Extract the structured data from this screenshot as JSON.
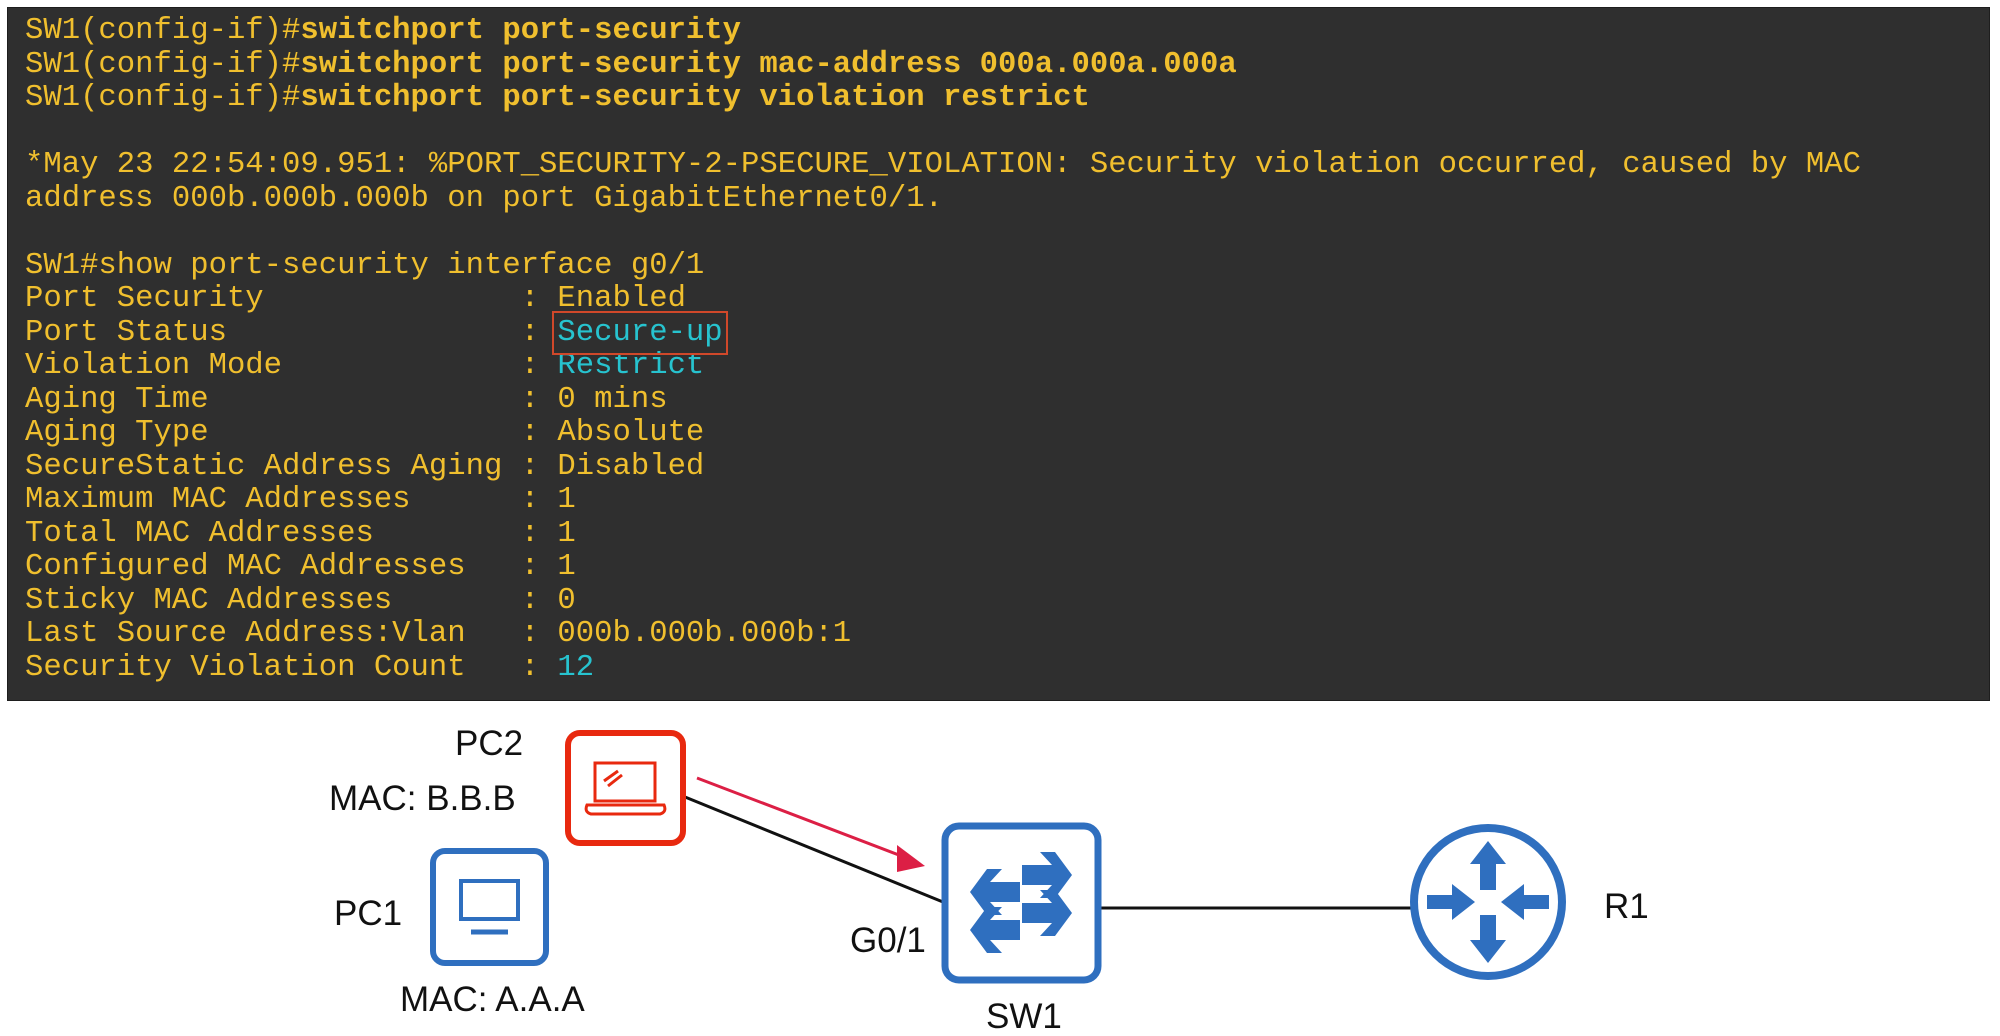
{
  "terminal": {
    "config_lines": [
      {
        "prompt": "SW1(config-if)#",
        "command": "switchport port-security"
      },
      {
        "prompt": "SW1(config-if)#",
        "command": "switchport port-security mac-address 000a.000a.000a"
      },
      {
        "prompt": "SW1(config-if)#",
        "command": "switchport port-security violation restrict"
      }
    ],
    "log_lines": [
      "*May 23 22:54:09.951: %PORT_SECURITY-2-PSECURE_VIOLATION: Security violation occurred, caused by MAC",
      "address 000b.000b.000b on port GigabitEthernet0/1."
    ],
    "show_command": "SW1#show port-security interface g0/1",
    "fields": [
      {
        "label": "Port Security             ",
        "value": "Enabled",
        "highlight_color": false,
        "boxed": false
      },
      {
        "label": "Port Status               ",
        "value": "Secure-up",
        "highlight_color": true,
        "boxed": true
      },
      {
        "label": "Violation Mode            ",
        "value": "Restrict",
        "highlight_color": true,
        "boxed": false
      },
      {
        "label": "Aging Time                ",
        "value": "0 mins",
        "highlight_color": false,
        "boxed": false
      },
      {
        "label": "Aging Type                ",
        "value": "Absolute",
        "highlight_color": false,
        "boxed": false
      },
      {
        "label": "SecureStatic Address Aging",
        "value": "Disabled",
        "highlight_color": false,
        "boxed": false
      },
      {
        "label": "Maximum MAC Addresses     ",
        "value": "1",
        "highlight_color": false,
        "boxed": false
      },
      {
        "label": "Total MAC Addresses       ",
        "value": "1",
        "highlight_color": false,
        "boxed": false
      },
      {
        "label": "Configured MAC Addresses  ",
        "value": "1",
        "highlight_color": false,
        "boxed": false
      },
      {
        "label": "Sticky MAC Addresses      ",
        "value": "0",
        "highlight_color": false,
        "boxed": false
      },
      {
        "label": "Last Source Address:Vlan  ",
        "value": "000b.000b.000b:1",
        "highlight_color": false,
        "boxed": false
      },
      {
        "label": "Security Violation Count  ",
        "value": "12",
        "highlight_color": true,
        "boxed": false
      }
    ],
    "separator": " : ",
    "colors": {
      "text": "#f0bf2e",
      "highlight": "#27c3cf",
      "box": "#d0482a",
      "background": "#2f2f2f"
    }
  },
  "diagram": {
    "pc2": {
      "name": "PC2",
      "mac": "MAC: B.B.B",
      "icon": "laptop-icon",
      "color": "#e8290f"
    },
    "pc1": {
      "name": "PC1",
      "mac": "MAC: A.A.A",
      "icon": "desktop-icon",
      "color": "#2f6fbf"
    },
    "sw1": {
      "name": "SW1",
      "port": "G0/1",
      "icon": "switch-icon",
      "color": "#2f6fbf"
    },
    "r1": {
      "name": "R1",
      "icon": "router-icon",
      "color": "#2f6fbf"
    },
    "arrow_color": "#dc1f45",
    "link_color": "#111111"
  }
}
